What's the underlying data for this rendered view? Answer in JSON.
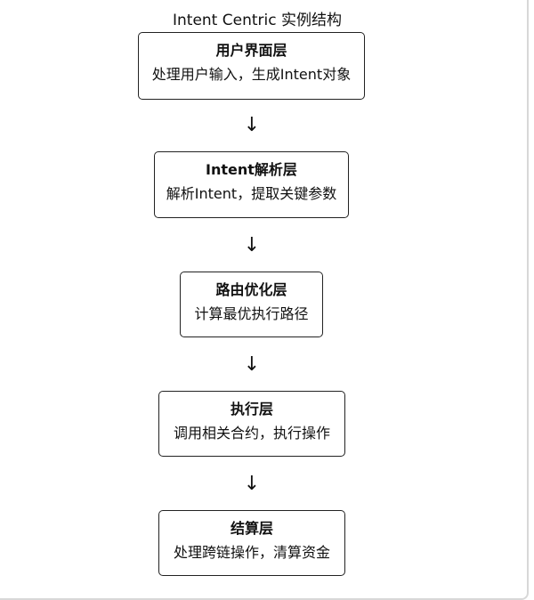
{
  "diagram": {
    "title": "Intent Centric 实例结构",
    "arrow_glyph": "↓",
    "layers": [
      {
        "name": "用户界面层",
        "description": "处理用户输入，生成Intent对象"
      },
      {
        "name": "Intent解析层",
        "description": "解析Intent，提取关键参数"
      },
      {
        "name": "路由优化层",
        "description": "计算最优执行路径"
      },
      {
        "name": "执行层",
        "description": "调用相关合约，执行操作"
      },
      {
        "name": "结算层",
        "description": "处理跨链操作，清算资金"
      }
    ]
  }
}
